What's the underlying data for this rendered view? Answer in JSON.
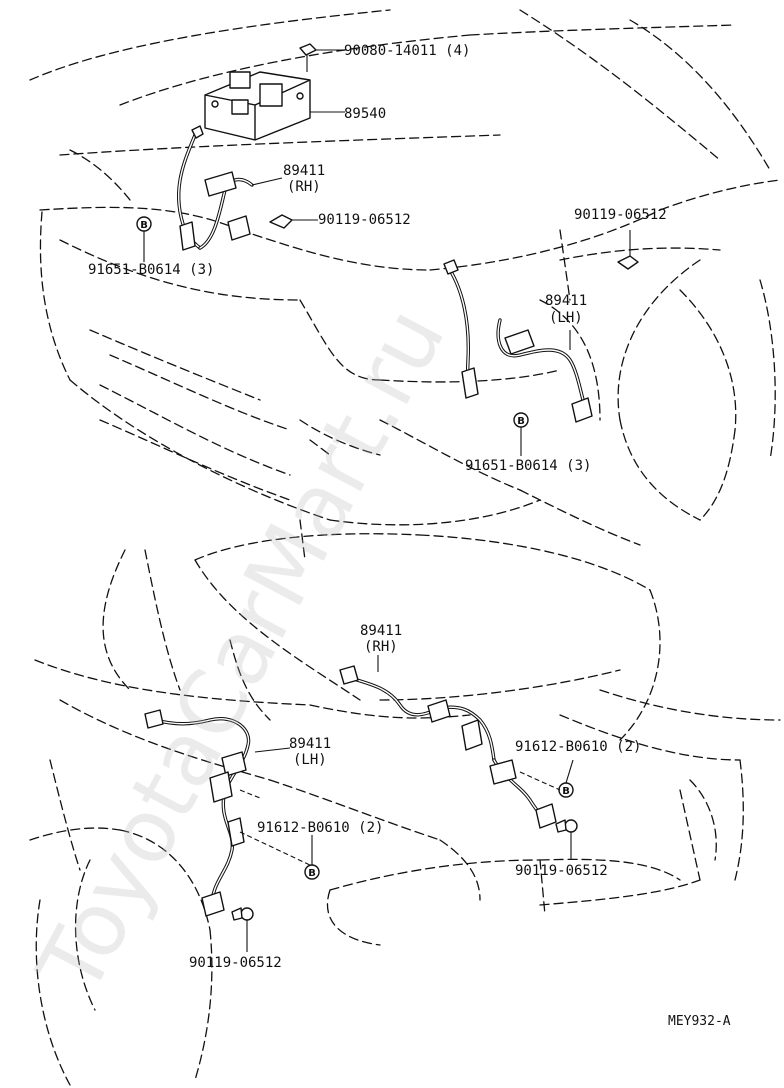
{
  "watermark": "ToyotaCarMart.ru",
  "diagram_code": "MEY932-A",
  "clip_symbol": "B",
  "labels": {
    "bolt_relay": "90080-14011 (4)",
    "relay_block": "89540",
    "sensor_front_rh": "89411",
    "sensor_front_rh_side": "(RH)",
    "bolt_front_rh": "90119-06512",
    "clamp_front_rh": "91651-B0614 (3)",
    "bolt_front_lh": "90119-06512",
    "sensor_front_lh": "89411",
    "sensor_front_lh_side": "(LH)",
    "clamp_front_lh": "91651-B0614 (3)",
    "sensor_rear_rh": "89411",
    "sensor_rear_rh_side": "(RH)",
    "sensor_rear_lh": "89411",
    "sensor_rear_lh_side": "(LH)",
    "clamp_rear_rh": "91612-B0610 (2)",
    "clamp_rear_lh": "91612-B0610 (2)",
    "bolt_rear_rh": "90119-06512",
    "bolt_rear_lh": "90119-06512"
  }
}
